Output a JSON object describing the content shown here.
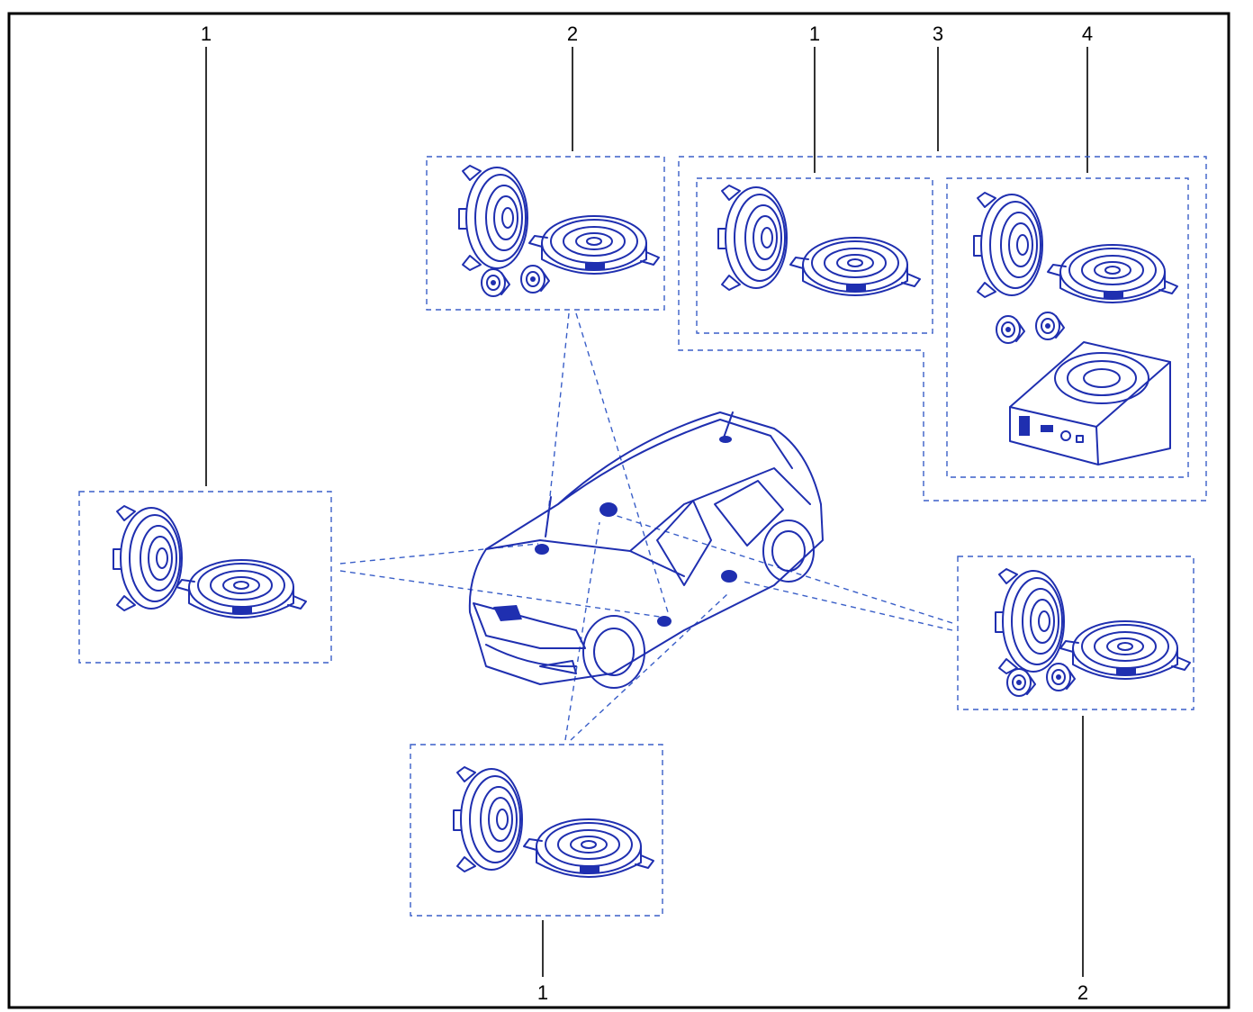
{
  "callouts": {
    "left_top": "1",
    "top_mid": "2",
    "top_r1": "1",
    "top_r3": "3",
    "top_r4": "4",
    "bottom_mid": "1",
    "bottom_right": "2"
  },
  "icons": {
    "speaker": "speaker-icon",
    "tweeter": "tweeter-icon",
    "subwoofer": "subwoofer-icon",
    "car": "car-icon"
  },
  "colors": {
    "line_art": "#1f2fb0",
    "dashed_box": "#3a5fc8",
    "leader": "#000000"
  }
}
